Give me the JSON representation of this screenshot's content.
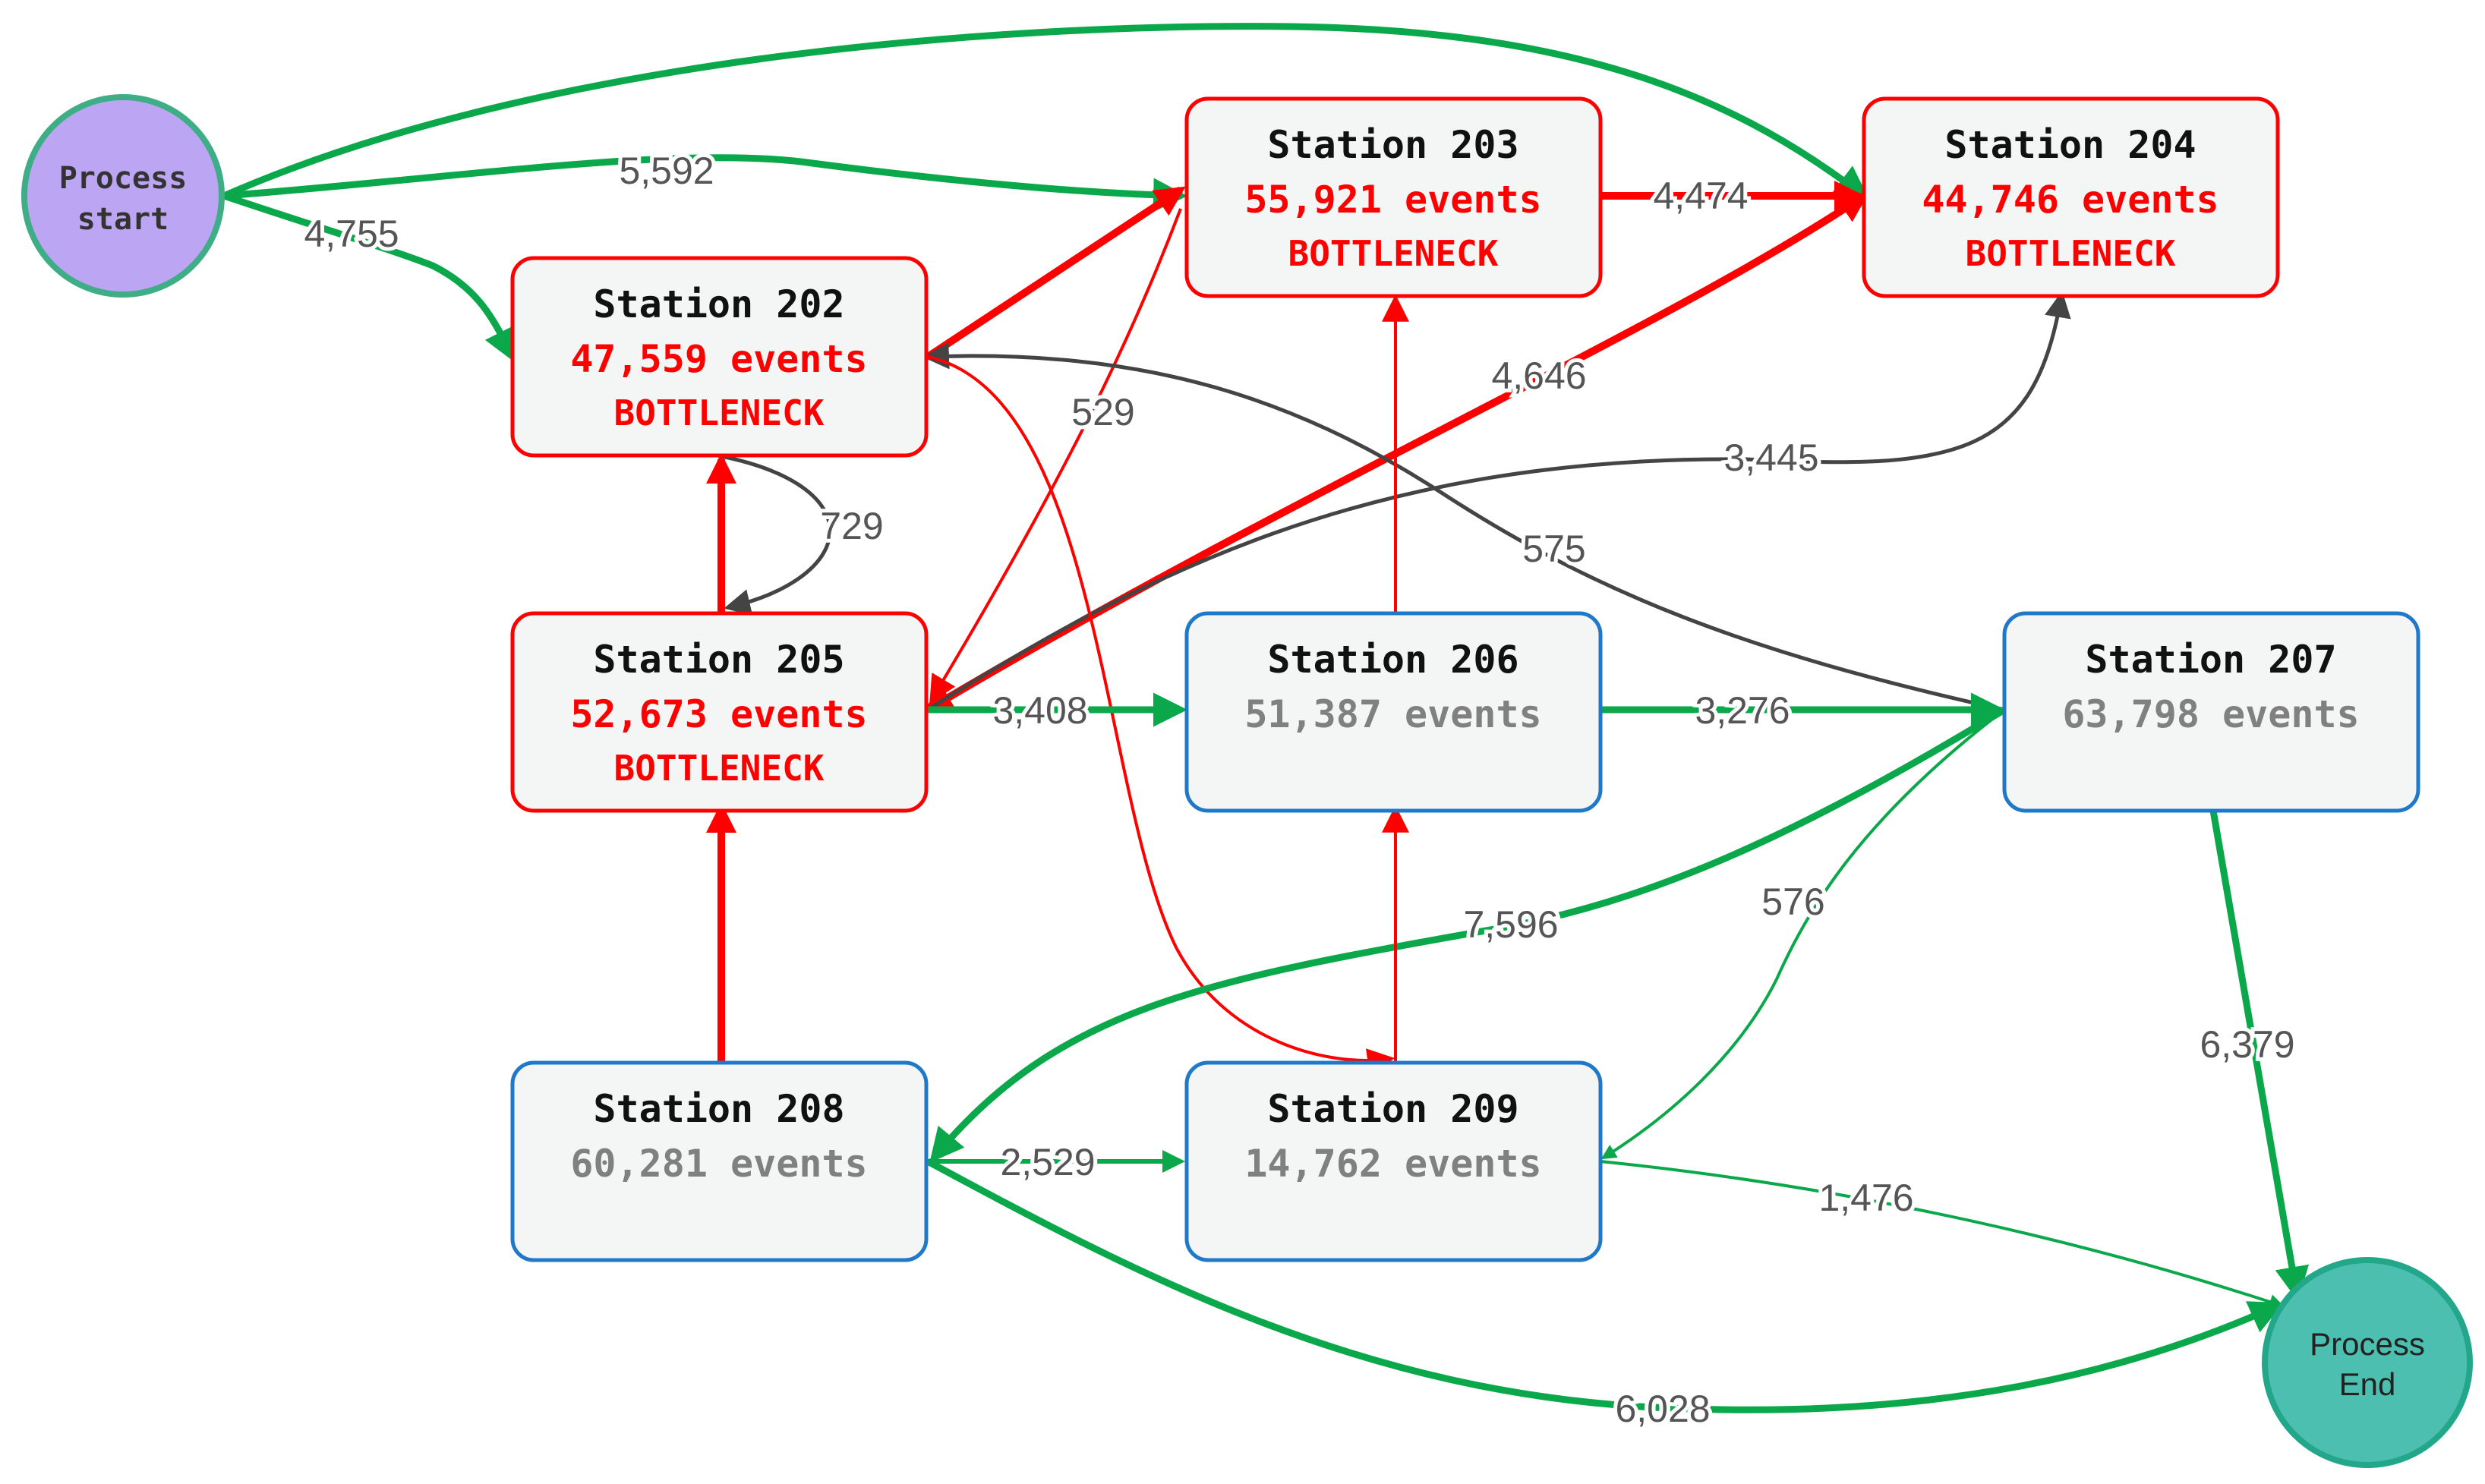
{
  "colors": {
    "bottleneck": "#ff0000",
    "normal_border": "#1f78c8",
    "node_fill": "#f3f6f5",
    "events_normal": "#808080",
    "edge_green": "#0aa84a",
    "edge_gray": "#444444",
    "start_fill": "#bca6f4",
    "start_stroke": "#3fae86",
    "end_fill": "#4dbfb0",
    "end_stroke": "#22a78a"
  },
  "start": {
    "label_line1": "Process",
    "label_line2": "start"
  },
  "end": {
    "label_line1": "Process",
    "label_line2": "End"
  },
  "stations": {
    "s202": {
      "title": "Station 202",
      "events": "47,559 events",
      "flag": "BOTTLENECK",
      "bottleneck": true
    },
    "s203": {
      "title": "Station 203",
      "events": "55,921 events",
      "flag": "BOTTLENECK",
      "bottleneck": true
    },
    "s204": {
      "title": "Station 204",
      "events": "44,746 events",
      "flag": "BOTTLENECK",
      "bottleneck": true
    },
    "s205": {
      "title": "Station 205",
      "events": "52,673 events",
      "flag": "BOTTLENECK",
      "bottleneck": true
    },
    "s206": {
      "title": "Station 206",
      "events": "51,387 events",
      "bottleneck": false
    },
    "s207": {
      "title": "Station 207",
      "events": "63,798 events",
      "bottleneck": false
    },
    "s208": {
      "title": "Station 208",
      "events": "60,281 events",
      "bottleneck": false
    },
    "s209": {
      "title": "Station 209",
      "events": "14,762 events",
      "bottleneck": false
    }
  },
  "edges": [
    {
      "id": "start-204",
      "from": "Process start",
      "to": "Station 204",
      "label": "",
      "color": "green"
    },
    {
      "id": "start-203",
      "from": "Process start",
      "to": "Station 203",
      "label": "5,592",
      "color": "green"
    },
    {
      "id": "start-202",
      "from": "Process start",
      "to": "Station 202",
      "label": "4,755",
      "color": "green"
    },
    {
      "id": "203-204",
      "from": "Station 203",
      "to": "Station 204",
      "label": "4,474",
      "color": "red"
    },
    {
      "id": "202-203",
      "from": "Station 202",
      "to": "Station 203",
      "label": "",
      "color": "red"
    },
    {
      "id": "203-205",
      "from": "Station 203",
      "to": "Station 205",
      "label": "529",
      "color": "red"
    },
    {
      "id": "205-204",
      "from": "Station 205",
      "to": "Station 204",
      "label": "4,646",
      "color": "red"
    },
    {
      "id": "205-204b",
      "from": "Station 205",
      "to": "Station 204",
      "label": "3,445",
      "color": "gray"
    },
    {
      "id": "207-202",
      "from": "Station 207",
      "to": "Station 202",
      "label": "575",
      "color": "gray"
    },
    {
      "id": "202-205",
      "from": "Station 202",
      "to": "Station 205",
      "label": "729",
      "color": "gray"
    },
    {
      "id": "205-202",
      "from": "Station 205",
      "to": "Station 202",
      "label": "",
      "color": "red"
    },
    {
      "id": "202-209",
      "from": "Station 202",
      "to": "Station 209",
      "label": "",
      "color": "red"
    },
    {
      "id": "206-203",
      "from": "Station 206",
      "to": "Station 203",
      "label": "",
      "color": "red"
    },
    {
      "id": "205-206",
      "from": "Station 205",
      "to": "Station 206",
      "label": "3,408",
      "color": "green"
    },
    {
      "id": "206-207",
      "from": "Station 206",
      "to": "Station 207",
      "label": "3,276",
      "color": "green"
    },
    {
      "id": "207-208",
      "from": "Station 207",
      "to": "Station 208",
      "label": "7,596",
      "color": "green"
    },
    {
      "id": "207-209",
      "from": "Station 207",
      "to": "Station 209",
      "label": "576",
      "color": "green"
    },
    {
      "id": "207-end",
      "from": "Station 207",
      "to": "Process End",
      "label": "6,379",
      "color": "green"
    },
    {
      "id": "208-205",
      "from": "Station 208",
      "to": "Station 205",
      "label": "",
      "color": "red"
    },
    {
      "id": "209-206",
      "from": "Station 209",
      "to": "Station 206",
      "label": "",
      "color": "red"
    },
    {
      "id": "208-209",
      "from": "Station 208",
      "to": "Station 209",
      "label": "2,529",
      "color": "green"
    },
    {
      "id": "209-end",
      "from": "Station 209",
      "to": "Process End",
      "label": "1,476",
      "color": "green"
    },
    {
      "id": "208-end",
      "from": "Station 208",
      "to": "Process End",
      "label": "6,028",
      "color": "green"
    }
  ]
}
